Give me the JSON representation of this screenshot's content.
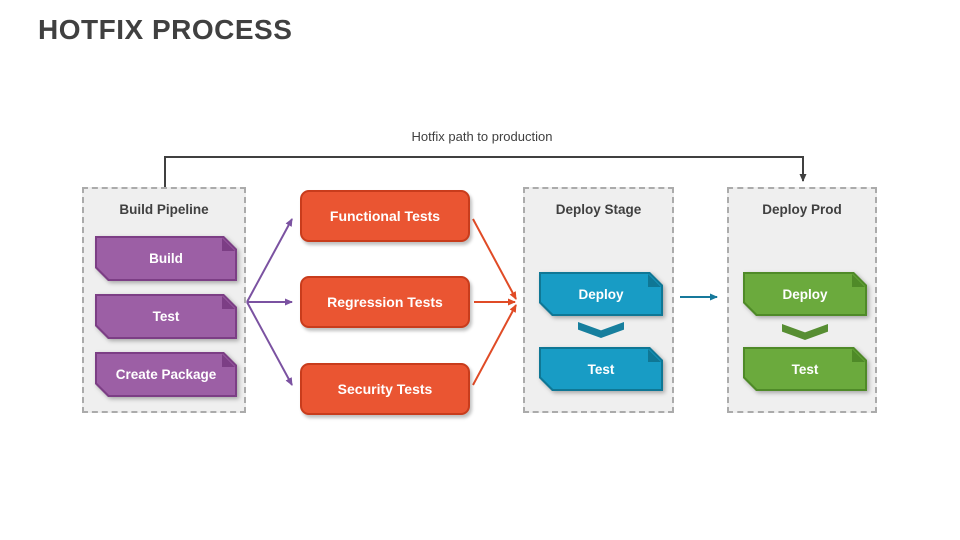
{
  "title": "HOTFIX PROCESS",
  "connector_label": "Hotfix path to production",
  "panels": {
    "build_pipeline": {
      "title": "Build Pipeline",
      "steps": [
        "Build",
        "Test",
        "Create Package"
      ]
    },
    "deploy_stage": {
      "title": "Deploy Stage",
      "steps": [
        "Deploy",
        "Test"
      ]
    },
    "deploy_prod": {
      "title": "Deploy Prod",
      "steps": [
        "Deploy",
        "Test"
      ]
    }
  },
  "tests": [
    "Functional Tests",
    "Regression Tests",
    "Security Tests"
  ],
  "colors": {
    "title_text": "#404040",
    "panel_bg": "#efefef",
    "panel_border": "#ababab",
    "purple_fill": "#9c5fa5",
    "purple_border": "#7c3e85",
    "orange_fill": "#ea5532",
    "orange_border": "#c83c1c",
    "blue_fill": "#189cc5",
    "blue_border": "#0f7795",
    "green_fill": "#6baa3d",
    "green_border": "#4f8a28",
    "chevron_blue": "#177f9e",
    "chevron_green": "#578e33",
    "arrow_purple": "#7b52a1",
    "arrow_orange": "#e04b26",
    "arrow_blue": "#16799b",
    "arrow_dark": "#404040"
  }
}
